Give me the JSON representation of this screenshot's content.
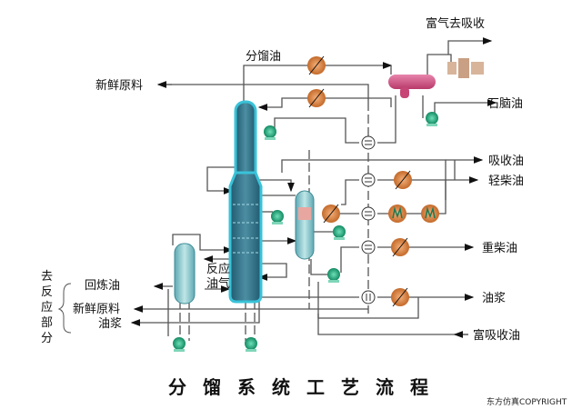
{
  "title": "分馏系统工艺流程",
  "copyright": "东方仿真COPYRIGHT",
  "labels": {
    "rich_gas": "富气去吸收",
    "fractionation_oil": "分馏油",
    "fresh_feed_top": "新鲜原料",
    "naphtha": "石脑油",
    "absorption_oil": "吸收油",
    "light_diesel": "轻柴油",
    "heavy_diesel": "重柴油",
    "slurry_right": "油浆",
    "rich_absorption_oil": "富吸收油",
    "reaction_gas_1": "反应",
    "reaction_gas_2": "油气",
    "recycle_oil": "回炼油",
    "fresh_feed_bottom": "新鲜原料",
    "slurry_left": "油浆",
    "to_reaction": [
      "去",
      "反",
      "应",
      "部",
      "分"
    ]
  },
  "colors": {
    "column": "#2f6f86",
    "column_glow": "#39c3d9",
    "exchanger": "#d9843c",
    "pump": "#1fa37a",
    "drum": "#d24c80",
    "vessel": "#8fc9c6"
  }
}
